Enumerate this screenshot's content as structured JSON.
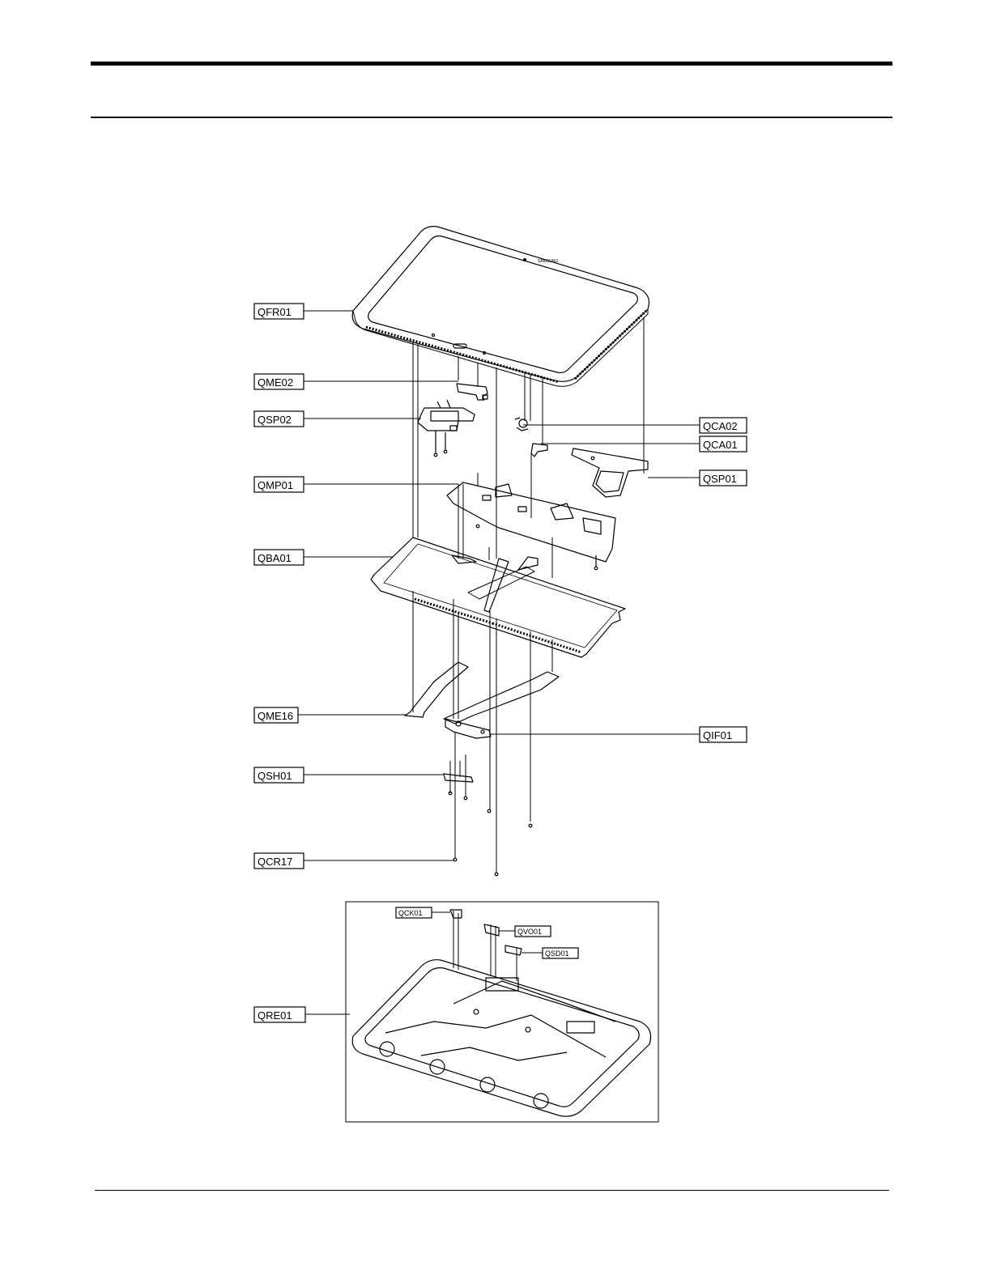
{
  "brand_mark": "SAMSUNG",
  "labels": {
    "qfr01": "QFR01",
    "qme02": "QME02",
    "qsp02": "QSP02",
    "qca02": "QCA02",
    "qca01": "QCA01",
    "qsp01": "QSP01",
    "qmp01": "QMP01",
    "qba01": "QBA01",
    "qme16": "QME16",
    "qif01": "QIF01",
    "qsh01": "QSH01",
    "qcr17": "QCR17",
    "qck01": "QCK01",
    "qvo01": "QVO01",
    "qsd01": "QSD01",
    "qre01": "QRE01"
  }
}
